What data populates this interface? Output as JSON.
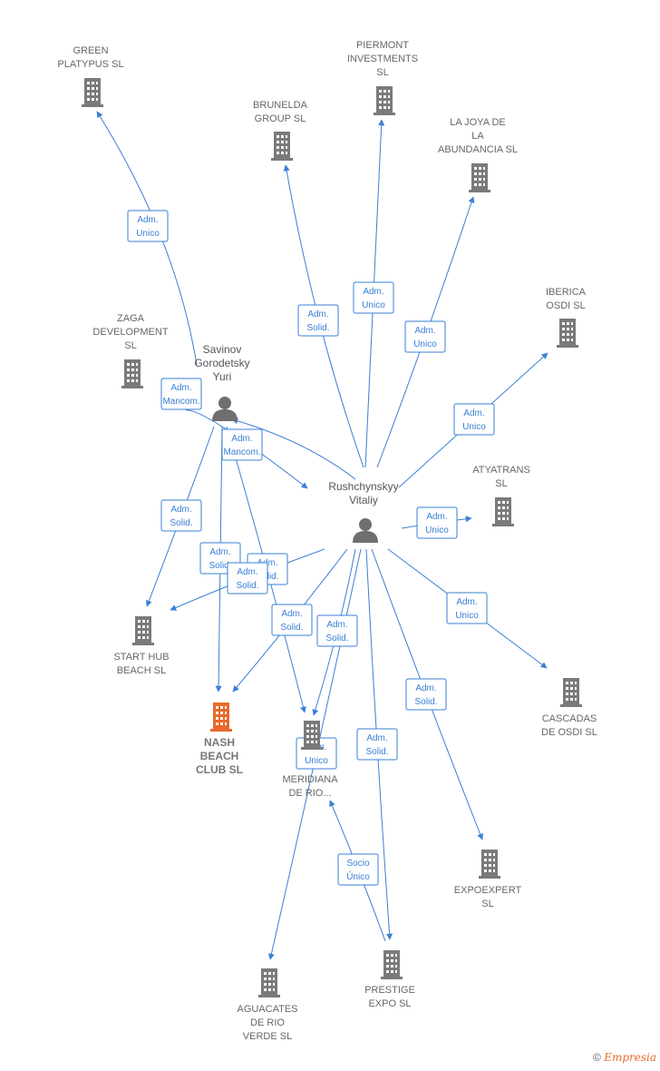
{
  "companies": [
    {
      "id": "green",
      "lines": [
        "GREEN",
        "PLATYPUS SL"
      ],
      "focus": false
    },
    {
      "id": "piermont",
      "lines": [
        "PIERMONT",
        "INVESTMENTS",
        "SL"
      ],
      "focus": false
    },
    {
      "id": "brunelda",
      "lines": [
        "BRUNELDA",
        "GROUP  SL"
      ],
      "focus": false
    },
    {
      "id": "lajoya",
      "lines": [
        "LA JOYA DE",
        "LA",
        "ABUNDANCIA SL"
      ],
      "focus": false
    },
    {
      "id": "zaga",
      "lines": [
        "ZAGA",
        "DEVELOPMENT",
        "SL"
      ],
      "focus": false
    },
    {
      "id": "iberica",
      "lines": [
        "IBERICA",
        "OSDI SL"
      ],
      "focus": false
    },
    {
      "id": "atyatrans",
      "lines": [
        "ATYATRANS",
        "SL"
      ],
      "focus": false
    },
    {
      "id": "starthub",
      "lines": [
        "START HUB",
        "BEACH  SL"
      ],
      "focus": false
    },
    {
      "id": "nash",
      "lines": [
        "NASH",
        "BEACH",
        "CLUB  SL"
      ],
      "focus": true
    },
    {
      "id": "meridiana",
      "lines": [
        "MERIDIANA",
        "DE RIO..."
      ],
      "focus": false
    },
    {
      "id": "cascadas",
      "lines": [
        "CASCADAS",
        "DE OSDI  SL"
      ],
      "focus": false
    },
    {
      "id": "expoexpert",
      "lines": [
        "EXPOEXPERT",
        "SL"
      ],
      "focus": false
    },
    {
      "id": "prestige",
      "lines": [
        "PRESTIGE",
        "EXPO  SL"
      ],
      "focus": false
    },
    {
      "id": "aguacates",
      "lines": [
        "AGUACATES",
        "DE RIO",
        "VERDE SL"
      ],
      "focus": false
    }
  ],
  "persons": [
    {
      "id": "savinov",
      "lines": [
        "Savinov",
        "Gorodetsky",
        "Yuri"
      ]
    },
    {
      "id": "rush",
      "lines": [
        "Rushchynskyy",
        "Vitaliy"
      ]
    }
  ],
  "relations": [
    {
      "from": "savinov",
      "to": "green",
      "lines": [
        "Adm.",
        "Unico"
      ]
    },
    {
      "from": "savinov",
      "to": "rush",
      "lines": [
        "Adm.",
        "Mancom."
      ]
    },
    {
      "from": "rush",
      "to": "savinov",
      "lines": [
        "Adm.",
        "Mancom."
      ]
    },
    {
      "from": "savinov",
      "to": "starthub",
      "lines": [
        "Adm.",
        "Solid."
      ]
    },
    {
      "from": "savinov",
      "to": "nash",
      "lines": [
        "Adm.",
        "Solid."
      ]
    },
    {
      "from": "savinov",
      "to": "meridiana",
      "lines": [
        "Adm.",
        "Solid."
      ]
    },
    {
      "from": "rush",
      "to": "brunelda",
      "lines": [
        "Adm.",
        "Solid."
      ]
    },
    {
      "from": "rush",
      "to": "piermont",
      "lines": [
        "Adm.",
        "Unico"
      ]
    },
    {
      "from": "rush",
      "to": "lajoya",
      "lines": [
        "Adm.",
        "Unico"
      ]
    },
    {
      "from": "rush",
      "to": "iberica",
      "lines": [
        "Adm.",
        "Unico"
      ]
    },
    {
      "from": "rush",
      "to": "atyatrans",
      "lines": [
        "Adm.",
        "Unico"
      ]
    },
    {
      "from": "rush",
      "to": "cascadas",
      "lines": [
        "Adm.",
        "Unico"
      ]
    },
    {
      "from": "rush",
      "to": "expoexpert",
      "lines": [
        "Adm.",
        "Solid."
      ]
    },
    {
      "from": "rush",
      "to": "prestige",
      "lines": [
        "Adm.",
        "Solid."
      ]
    },
    {
      "from": "rush",
      "to": "aguacates",
      "lines": [
        "Adm.",
        "Unico"
      ]
    },
    {
      "from": "rush",
      "to": "starthub",
      "lines": [
        "Adm.",
        "Solid."
      ]
    },
    {
      "from": "rush",
      "to": "nash",
      "lines": [
        "Adm.",
        "Solid."
      ]
    },
    {
      "from": "rush",
      "to": "meridiana",
      "lines": [
        "Adm.",
        "Solid."
      ]
    },
    {
      "from": "prestige",
      "to": "meridiana",
      "lines": [
        "Socio",
        "Único"
      ]
    }
  ],
  "colors": {
    "edge": "#3a7fd5",
    "building": "#7a7a7a",
    "focus": "#e8692c",
    "person": "#6f6f6f"
  },
  "brand": {
    "copyright": "©",
    "name": "Empresia"
  }
}
